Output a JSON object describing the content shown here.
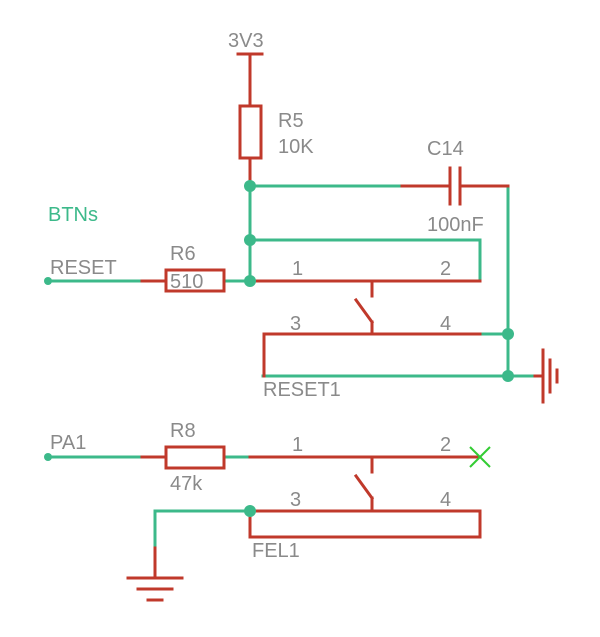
{
  "supply": {
    "label": "3V3"
  },
  "net_title": "BTNs",
  "nets": {
    "reset": "RESET",
    "pa1": "PA1"
  },
  "r5": {
    "name": "R5",
    "value": "10K"
  },
  "r6": {
    "name": "R6",
    "value": "510"
  },
  "r8": {
    "name": "R8",
    "value": "47k"
  },
  "c14": {
    "name": "C14",
    "value": "100nF"
  },
  "reset1": {
    "name": "RESET1",
    "pins": [
      "1",
      "2",
      "3",
      "4"
    ]
  },
  "fel1": {
    "name": "FEL1",
    "pins": [
      "1",
      "2",
      "3",
      "4"
    ]
  },
  "colors": {
    "wire": "#3cb98a",
    "component": "#c0392b",
    "text": "#8a8a8a",
    "no_connect": "#33cc33"
  }
}
